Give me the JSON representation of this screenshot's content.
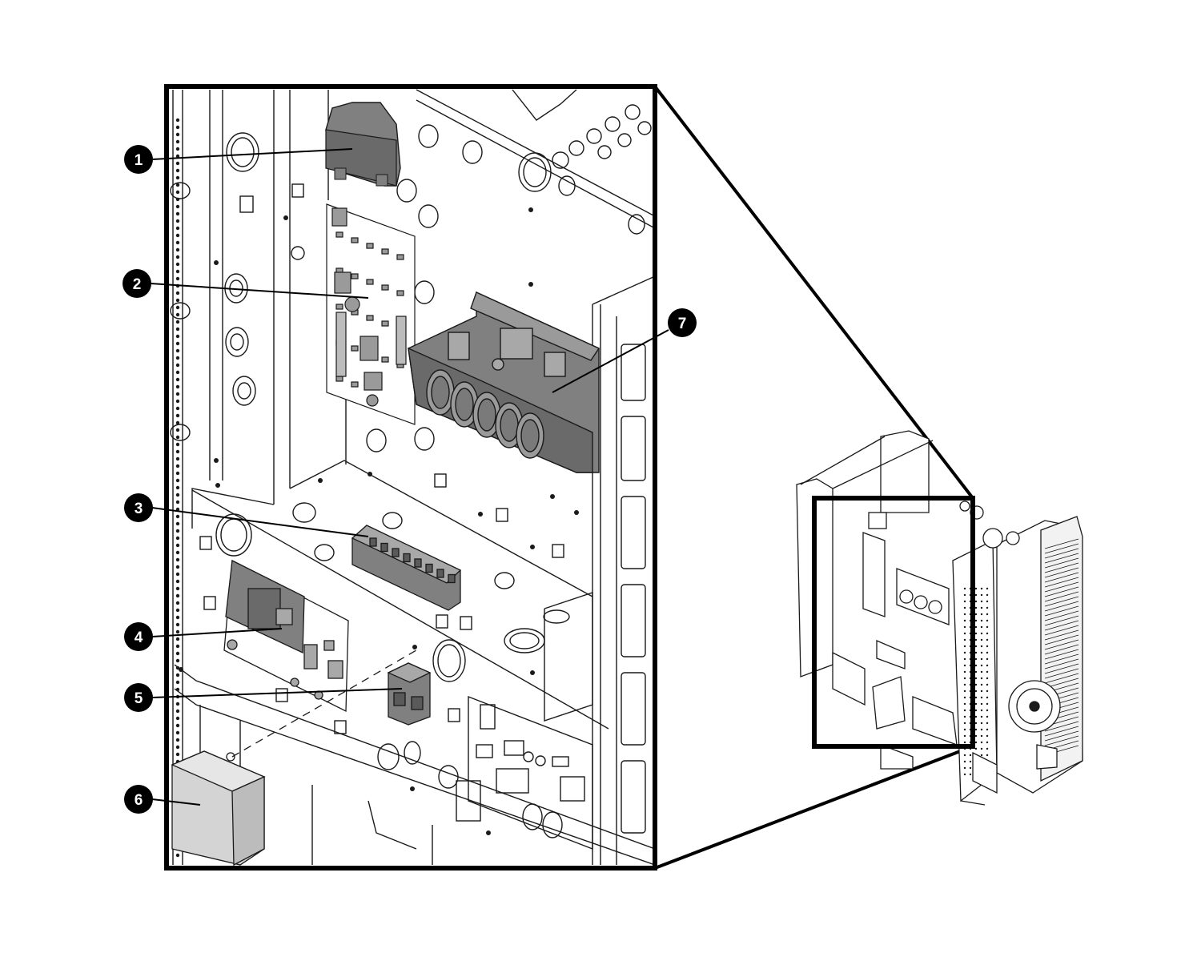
{
  "colors": {
    "ink": "#000000",
    "paper": "#ffffff",
    "highlight": "#808080",
    "highlight_dark": "#5a5a5a",
    "light_part": "#d4d4d4",
    "line": "#1a1a1a"
  },
  "callouts": [
    {
      "id": "callout-1",
      "number": "1",
      "part": "dark-module"
    },
    {
      "id": "callout-2",
      "number": "2",
      "part": "control-pcb"
    },
    {
      "id": "callout-3",
      "number": "3",
      "part": "terminal-block"
    },
    {
      "id": "callout-4",
      "number": "4",
      "part": "power-pcb"
    },
    {
      "id": "callout-5",
      "number": "5",
      "part": "relay"
    },
    {
      "id": "callout-6",
      "number": "6",
      "part": "cover-box"
    },
    {
      "id": "callout-7",
      "number": "7",
      "part": "capacitor-bank"
    }
  ]
}
